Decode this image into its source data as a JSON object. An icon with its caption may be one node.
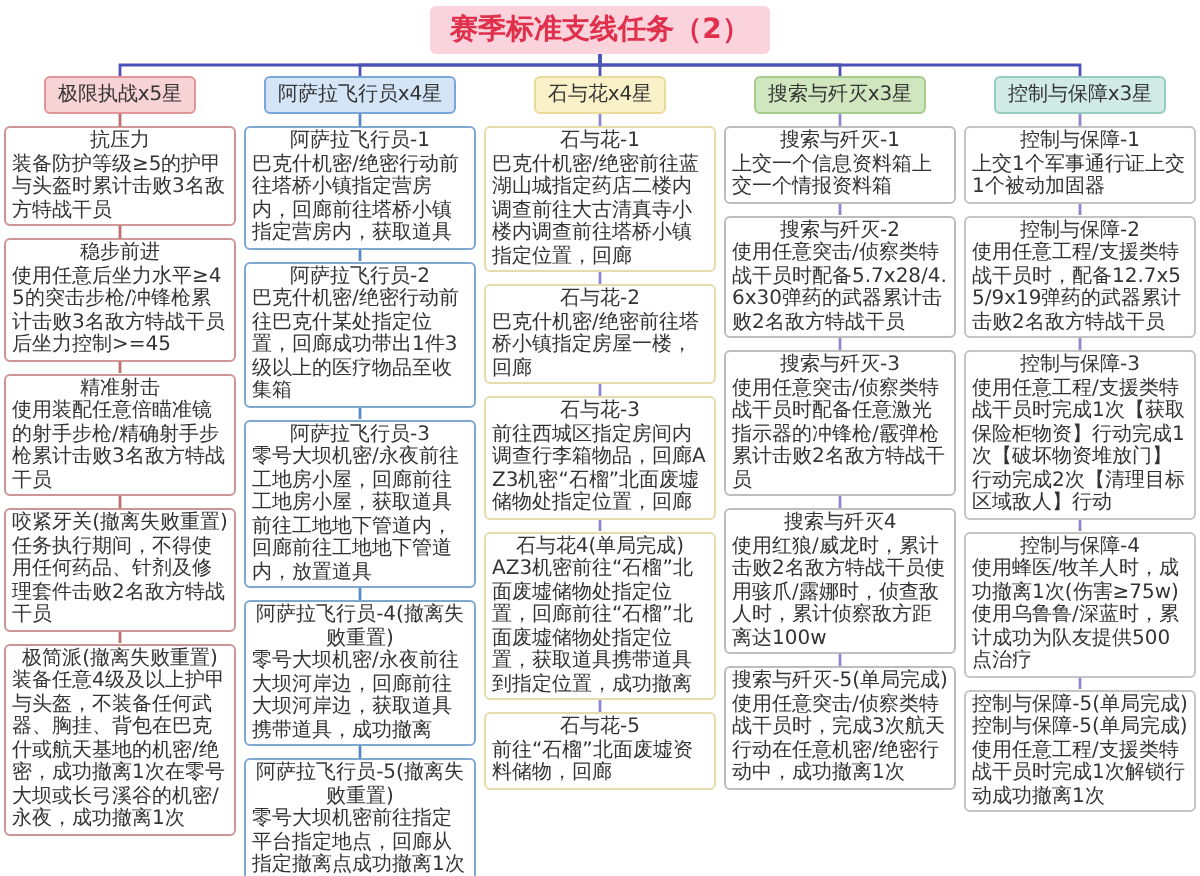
{
  "diagram": {
    "nodes": [
      {
        "text": [
          "赛季标准支线任务（2）"
        ]
      },
      {
        "text": [
          "极限执战x5星"
        ]
      },
      {
        "text": [
          "抗压力",
          "装备防护等级≥5的护甲与头盔时累计击败3名敌方特战干员"
        ]
      },
      {
        "text": [
          "稳步前进",
          "使用任意后坐力水平≥45的突击步枪/冲锋枪累计击败3名敌方特战干员后坐力控制>=45"
        ]
      },
      {
        "text": [
          "精准射击",
          "使用装配任意倍瞄准镜的射手步枪/精确射手步枪累计击败3名敌方特战干员"
        ]
      },
      {
        "text": [
          "咬紧牙关(撤离失败重置)",
          "任务执行期间，不得使用任何药品、针剂及修理套件击败2名敌方特战干员"
        ]
      },
      {
        "text": [
          "极简派(撤离失败重置)",
          "装备任意4级及以上护甲与头盔，不装备任何武器、胸挂、背包在巴克什或航天基地的机密/绝密，成功撤离1次在零号大坝或长弓溪谷的机密/永夜，成功撤离1次"
        ]
      },
      {
        "text": [
          "阿萨拉飞行员x4星"
        ]
      },
      {
        "text": [
          "阿萨拉飞行员-1",
          "巴克什机密/绝密行动前往塔桥小镇指定营房内，回廊前往塔桥小镇指定营房内，获取道具"
        ]
      },
      {
        "text": [
          "阿萨拉飞行员-2",
          "巴克什机密/绝密行动前往巴克什某处指定位置，回廊成功带出1件3级以上的医疗物品至收集箱"
        ]
      },
      {
        "text": [
          "阿萨拉飞行员-3",
          "零号大坝机密/永夜前往工地房小屋，回廊前往工地房小屋，获取道具前往工地地下管道内，回廊前往工地地下管道内，放置道具"
        ]
      },
      {
        "text": [
          "阿萨拉飞行员-4(撤离失败重置)",
          "零号大坝机密/永夜前往大坝河岸边，回廊前往大坝河岸边，获取道具携带道具，成功撤离"
        ]
      },
      {
        "text": [
          "阿萨拉飞行员-5(撤离失败重置)",
          "零号大坝机密前往指定平台指定地点，回廊从指定撤离点成功撤离1次"
        ]
      },
      {
        "text": [
          "石与花x4星"
        ]
      },
      {
        "text": [
          "石与花-1",
          "巴克什机密/绝密前往蓝湖山城指定药店二楼内调查前往大古清真寺小楼内调查前往塔桥小镇指定位置，回廊"
        ]
      },
      {
        "text": [
          "石与花-2",
          "巴克什机密/绝密前往塔桥小镇指定房屋一楼，回廊"
        ]
      },
      {
        "text": [
          "石与花-3",
          "前往西城区指定房间内调查行李箱物品，回廊AZ3机密“石榴”北面废墟储物处指定位置，回廊"
        ]
      },
      {
        "text": [
          "石与花4(单局完成)",
          "AZ3机密前往“石榴”北面废墟储物处指定位置，回廊前往“石榴”北面废墟储物处指定位置，获取道具携带道具到指定位置，成功撤离"
        ]
      },
      {
        "text": [
          "石与花-5",
          "前往“石榴”北面废墟资料储物，回廊"
        ]
      },
      {
        "text": [
          "搜索与歼灭x3星"
        ]
      },
      {
        "text": [
          "搜索与歼灭-1",
          "上交一个信息资料箱上交一个情报资料箱"
        ]
      },
      {
        "text": [
          "搜索与歼灭-2",
          "使用任意突击/侦察类特战干员时配备5.7x28/4.6x30弹药的武器累计击败2名敌方特战干员"
        ]
      },
      {
        "text": [
          "搜索与歼灭-3",
          "使用任意突击/侦察类特战干员时配备任意激光指示器的冲锋枪/霰弹枪累计击败2名敌方特战干员"
        ]
      },
      {
        "text": [
          "搜索与歼灭4",
          "使用红狼/威龙时，累计击败2名敌方特战干员使用骇爪/露娜时，侦查敌人时，累计侦察敌方距离达100w"
        ]
      },
      {
        "text": [
          "搜索与歼灭-5(单局完成)",
          "使用任意突击/侦察类特战干员时，完成3次航天行动在任意机密/绝密行动中，成功撤离1次"
        ]
      },
      {
        "text": [
          "控制与保障x3星"
        ]
      },
      {
        "text": [
          "控制与保障-1",
          "上交1个军事通行证上交1个被动加固器"
        ]
      },
      {
        "text": [
          "控制与保障-2",
          "使用任意工程/支援类特战干员时，配备12.7x55/9x19弹药的武器累计击败2名敌方特战干员"
        ]
      },
      {
        "text": [
          "控制与保障-3",
          "使用任意工程/支援类特战干员时完成1次【获取保险柜物资】行动完成1次【破坏物资堆放门】行动完成2次【清理目标区域敌人】行动"
        ]
      },
      {
        "text": [
          "控制与保障-4",
          "使用蜂医/牧羊人时，成功撤离1次(伤害≥75w)使用乌鲁鲁/深蓝时，累计成功为队友提供500点治疗"
        ]
      },
      {
        "text": [
          "控制与保障-5(单局完成)",
          "控制与保障-5(单局完成)使用任意工程/支援类特战干员时完成1次解锁行动成功撤离1次"
        ]
      }
    ],
    "edges": [
      {
        "from": 0,
        "to": 1,
        "arrow": "none",
        "color": "#4a52b6"
      },
      {
        "from": 0,
        "to": 7,
        "arrow": "none",
        "color": "#4a52b6"
      },
      {
        "from": 0,
        "to": 13,
        "arrow": "none",
        "color": "#4a52b6"
      },
      {
        "from": 0,
        "to": 19,
        "arrow": "none",
        "color": "#4a52b6"
      },
      {
        "from": 0,
        "to": 25,
        "arrow": "none",
        "color": "#4a52b6"
      },
      {
        "from": 1,
        "to": 2,
        "arrow": "none",
        "color": "#b9706f"
      },
      {
        "from": 2,
        "to": 3,
        "arrow": "none",
        "color": "#b9706f"
      },
      {
        "from": 3,
        "to": 4,
        "arrow": "none",
        "color": "#b9706f"
      },
      {
        "from": 4,
        "to": 5,
        "arrow": "none",
        "color": "#b9706f"
      },
      {
        "from": 5,
        "to": 6,
        "arrow": "none",
        "color": "#b9706f"
      },
      {
        "from": 7,
        "to": 8,
        "arrow": "none",
        "color": "#5b89c2"
      },
      {
        "from": 8,
        "to": 9,
        "arrow": "none",
        "color": "#5b89c2"
      },
      {
        "from": 9,
        "to": 10,
        "arrow": "none",
        "color": "#5b89c2"
      },
      {
        "from": 10,
        "to": 11,
        "arrow": "none",
        "color": "#5b89c2"
      },
      {
        "from": 11,
        "to": 12,
        "arrow": "none",
        "color": "#5b89c2"
      },
      {
        "from": 13,
        "to": 14,
        "arrow": "none"
      },
      {
        "from": 14,
        "to": 15,
        "arrow": "none"
      },
      {
        "from": 15,
        "to": 16,
        "arrow": "none"
      },
      {
        "from": 16,
        "to": 17,
        "arrow": "none"
      },
      {
        "from": 17,
        "to": 18,
        "arrow": "none"
      },
      {
        "from": 19,
        "to": 20,
        "arrow": "none"
      },
      {
        "from": 20,
        "to": 21,
        "arrow": "none"
      },
      {
        "from": 21,
        "to": 22,
        "arrow": "none"
      },
      {
        "from": 22,
        "to": 23,
        "arrow": "none"
      },
      {
        "from": 23,
        "to": 24,
        "arrow": "none"
      },
      {
        "from": 25,
        "to": 26,
        "arrow": "none"
      },
      {
        "from": 26,
        "to": 27,
        "arrow": "none"
      },
      {
        "from": 27,
        "to": 28,
        "arrow": "none"
      },
      {
        "from": 28,
        "to": 29,
        "arrow": "none"
      },
      {
        "from": 29,
        "to": 30,
        "arrow": "none"
      }
    ]
  }
}
